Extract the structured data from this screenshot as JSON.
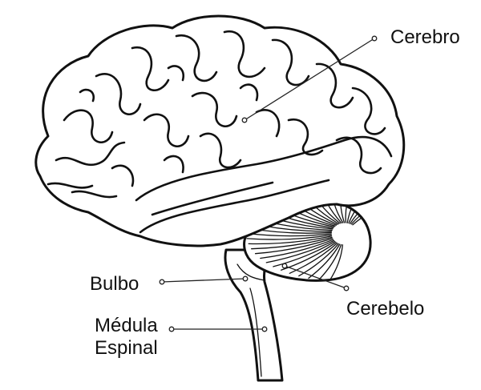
{
  "labels": {
    "cerebro": "Cerebro",
    "cerebelo": "Cerebelo",
    "bulbo": "Bulbo",
    "medula_line1": "Médula",
    "medula_line2": "Espinal"
  },
  "colors": {
    "ink": "#111111",
    "background": "#ffffff"
  }
}
